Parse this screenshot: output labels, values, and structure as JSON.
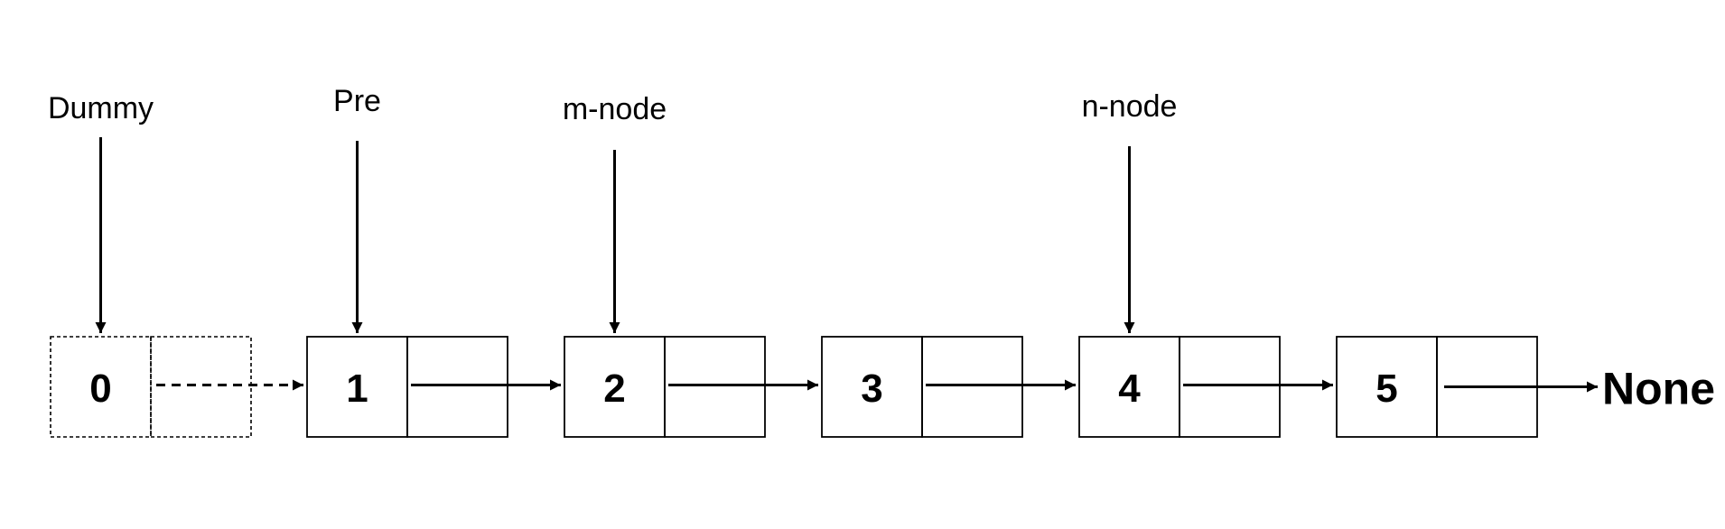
{
  "diagram": {
    "nodes": [
      {
        "value": "0",
        "style": "dashed"
      },
      {
        "value": "1",
        "style": "solid"
      },
      {
        "value": "2",
        "style": "solid"
      },
      {
        "value": "3",
        "style": "solid"
      },
      {
        "value": "4",
        "style": "solid"
      },
      {
        "value": "5",
        "style": "solid"
      }
    ],
    "pointers": [
      {
        "label": "Dummy",
        "target_node": 0
      },
      {
        "label": "Pre",
        "target_node": 1
      },
      {
        "label": "m-node",
        "target_node": 2
      },
      {
        "label": "n-node",
        "target_node": 4
      }
    ],
    "terminal": "None",
    "colors": {
      "stroke": "#000000",
      "background": "#ffffff"
    }
  }
}
